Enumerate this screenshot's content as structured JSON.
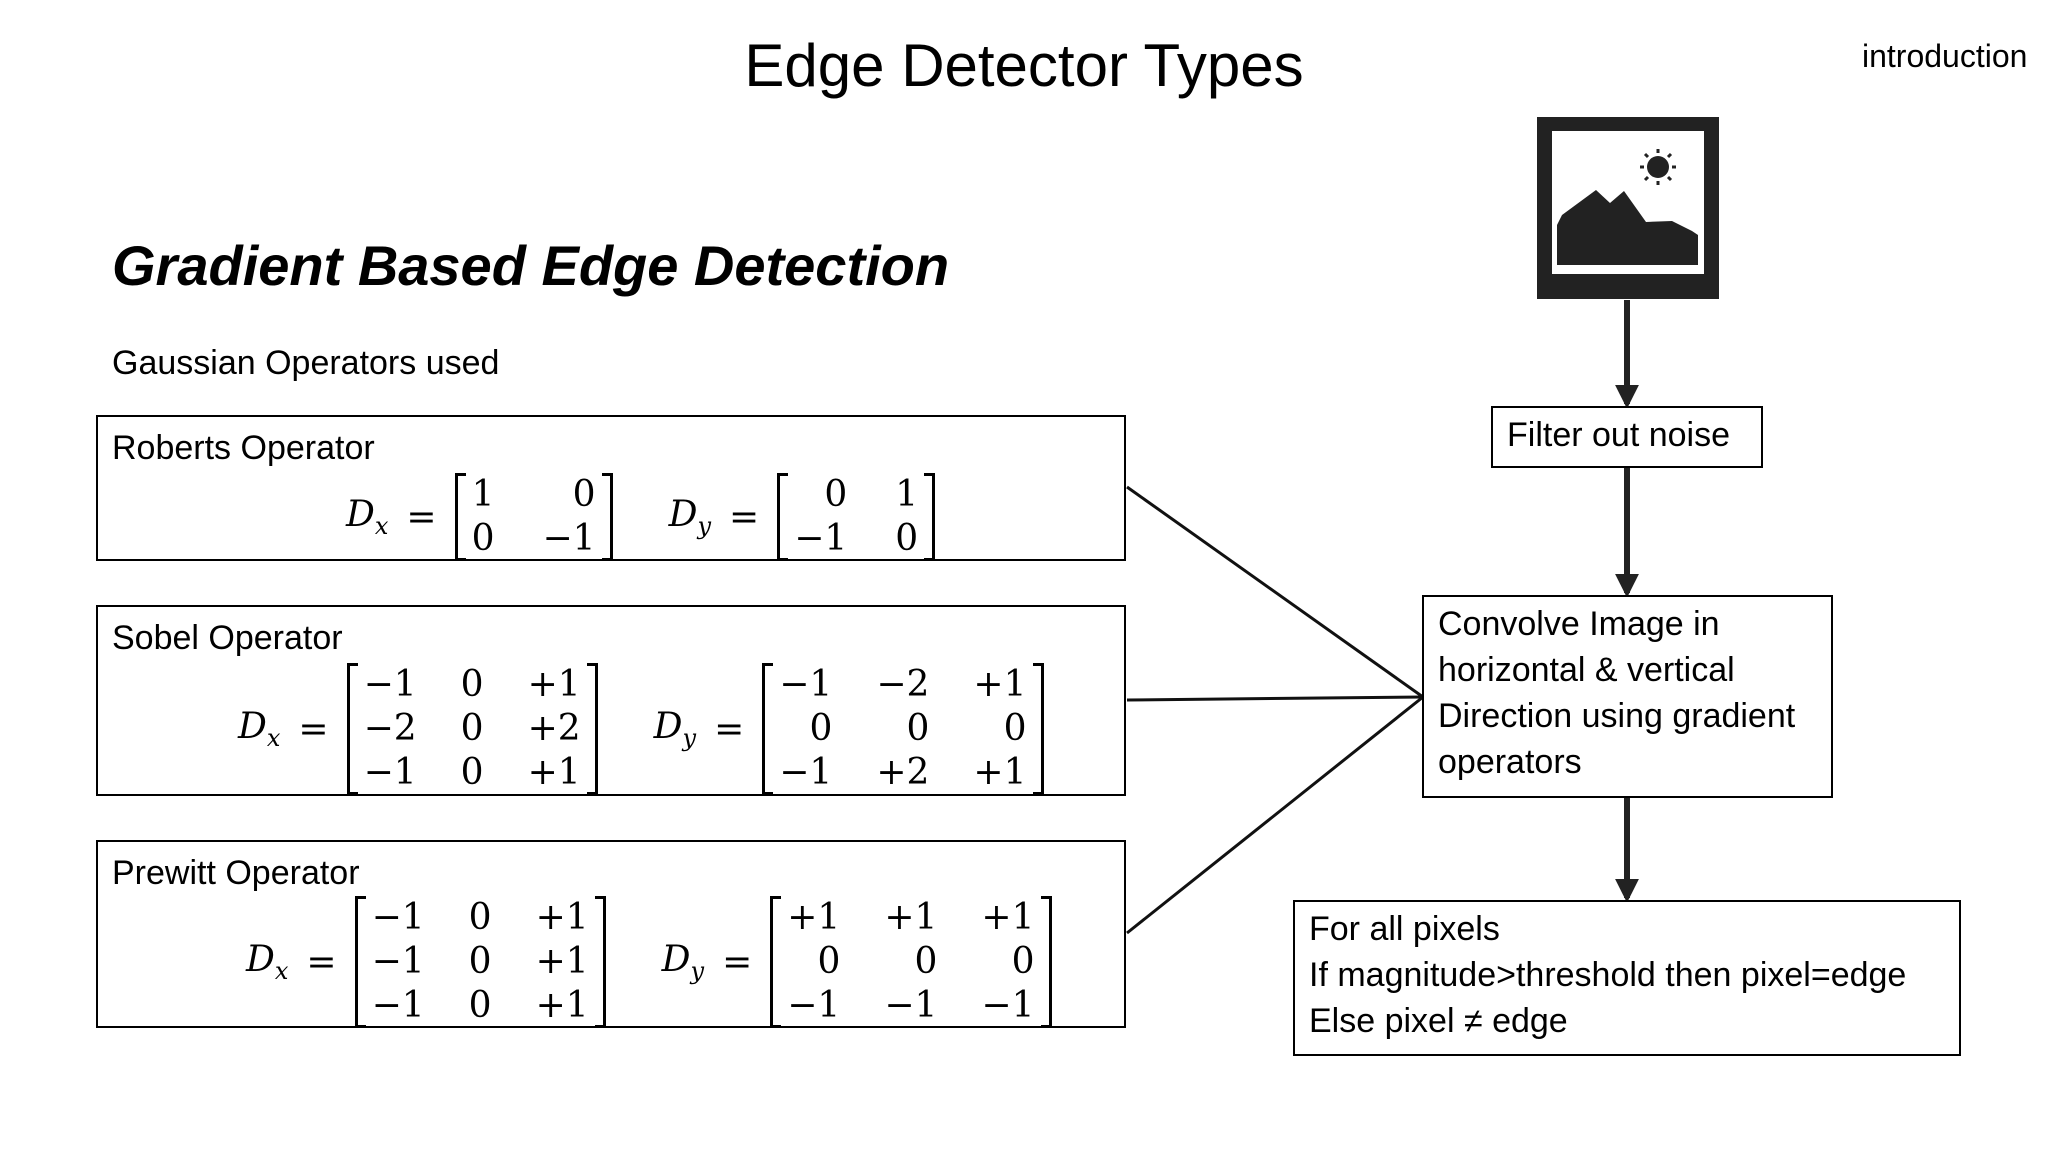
{
  "slide": {
    "title": "Edge Detector Types",
    "section_tag": "introduction",
    "heading": "Gradient Based Edge Detection",
    "subheading": "Gaussian Operators used"
  },
  "operators": [
    {
      "name": "Roberts Operator",
      "dx_label": "D",
      "dx_sub": "x",
      "dy_label": "D",
      "dy_sub": "y",
      "dx": [
        [
          "1",
          "0"
        ],
        [
          "0",
          "−1"
        ]
      ],
      "dy": [
        [
          "0",
          "1"
        ],
        [
          "−1",
          "0"
        ]
      ]
    },
    {
      "name": "Sobel Operator",
      "dx_label": "D",
      "dx_sub": "x",
      "dy_label": "D",
      "dy_sub": "y",
      "dx": [
        [
          "−1",
          "0",
          "+1"
        ],
        [
          "−2",
          "0",
          "+2"
        ],
        [
          "−1",
          "0",
          "+1"
        ]
      ],
      "dy": [
        [
          "−1",
          "−2",
          "+1"
        ],
        [
          "0",
          "0",
          "0"
        ],
        [
          "−1",
          "+2",
          "+1"
        ]
      ]
    },
    {
      "name": "Prewitt Operator",
      "dx_label": "D",
      "dx_sub": "x",
      "dy_label": "D",
      "dy_sub": "y",
      "dx": [
        [
          "−1",
          "0",
          "+1"
        ],
        [
          "−1",
          "0",
          "+1"
        ],
        [
          "−1",
          "0",
          "+1"
        ]
      ],
      "dy": [
        [
          "+1",
          "+1",
          "+1"
        ],
        [
          "0",
          "0",
          "0"
        ],
        [
          "−1",
          "−1",
          "−1"
        ]
      ]
    }
  ],
  "flow": {
    "icon": "image-picture-icon",
    "step1": "Filter out noise",
    "step2_lines": [
      "Convolve Image in",
      "horizontal & vertical",
      "Direction using gradient",
      "operators"
    ],
    "step3_lines": [
      "For all pixels",
      "If magnitude>threshold then pixel=edge",
      "Else pixel ≠ edge"
    ]
  },
  "colors": {
    "ink": "#000000",
    "icon": "#222222",
    "background": "#ffffff"
  }
}
